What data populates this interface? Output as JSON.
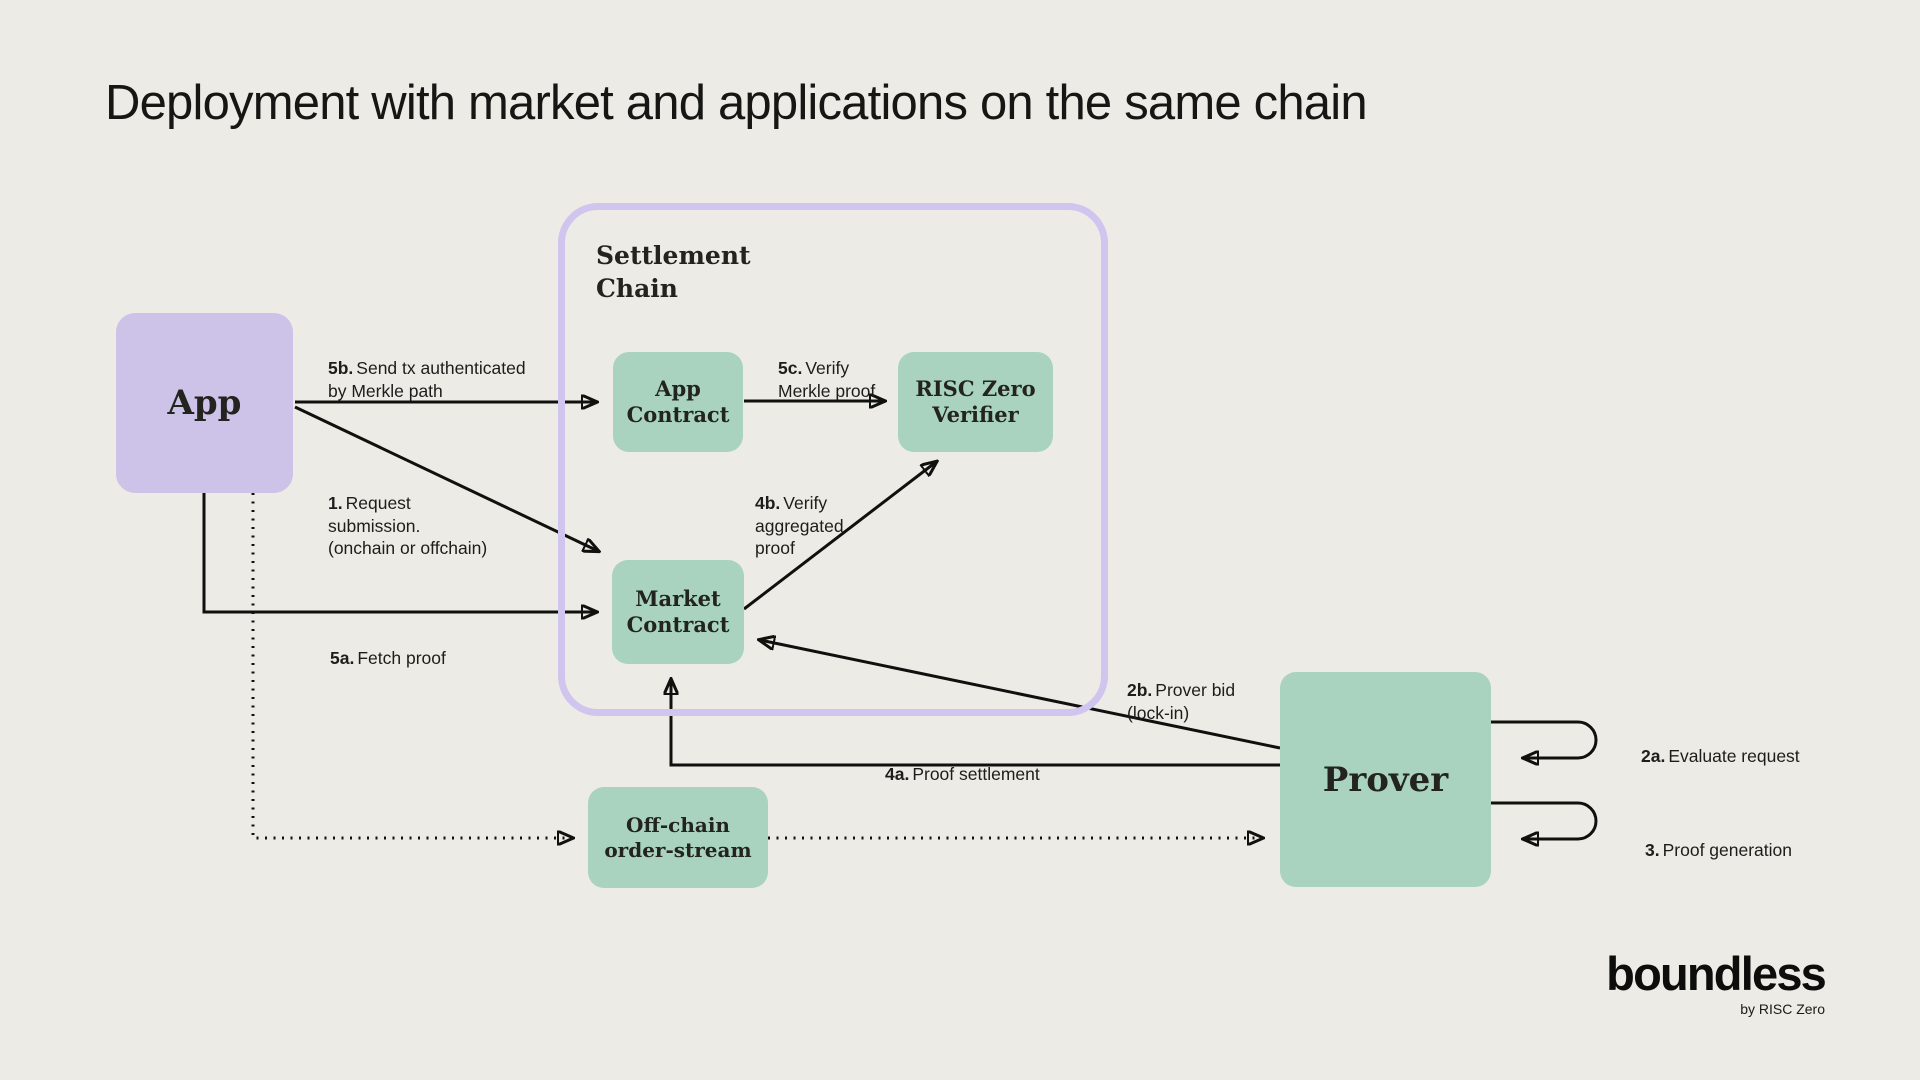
{
  "title": "Deployment with market and applications on the same chain",
  "colors": {
    "background": "#edebe5",
    "purple": "#cdc3e9",
    "purple_border": "#d0c5ee",
    "green": "#a9d3bf",
    "ink": "#1b1b19"
  },
  "nodes": {
    "app": {
      "label": "App"
    },
    "settlement_chain": {
      "label": "Settlement\nChain"
    },
    "app_contract": {
      "label": "App\nContract"
    },
    "risc_zero_verifier": {
      "label": "RISC Zero\nVerifier"
    },
    "market_contract": {
      "label": "Market\nContract"
    },
    "offchain_order_stream": {
      "label": "Off-chain\norder-stream"
    },
    "prover": {
      "label": "Prover"
    }
  },
  "edges": {
    "e1": {
      "prefix": "1.",
      "text": "Request\nsubmission.\n(onchain or offchain)"
    },
    "e2a": {
      "prefix": "2a.",
      "text": "Evaluate request"
    },
    "e2b": {
      "prefix": "2b.",
      "text": "Prover bid\n(lock-in)"
    },
    "e3": {
      "prefix": "3.",
      "text": "Proof generation"
    },
    "e4a": {
      "prefix": "4a.",
      "text": "Proof settlement"
    },
    "e4b": {
      "prefix": "4b.",
      "text": "Verify\naggregated\nproof"
    },
    "e5a": {
      "prefix": "5a.",
      "text": "Fetch proof"
    },
    "e5b": {
      "prefix": "5b.",
      "text": "Send tx authenticated\nby Merkle path"
    },
    "e5c": {
      "prefix": "5c.",
      "text": "Verify\nMerkle proof"
    }
  },
  "logo": {
    "brand": "boundless",
    "byline": "by RISC Zero"
  }
}
